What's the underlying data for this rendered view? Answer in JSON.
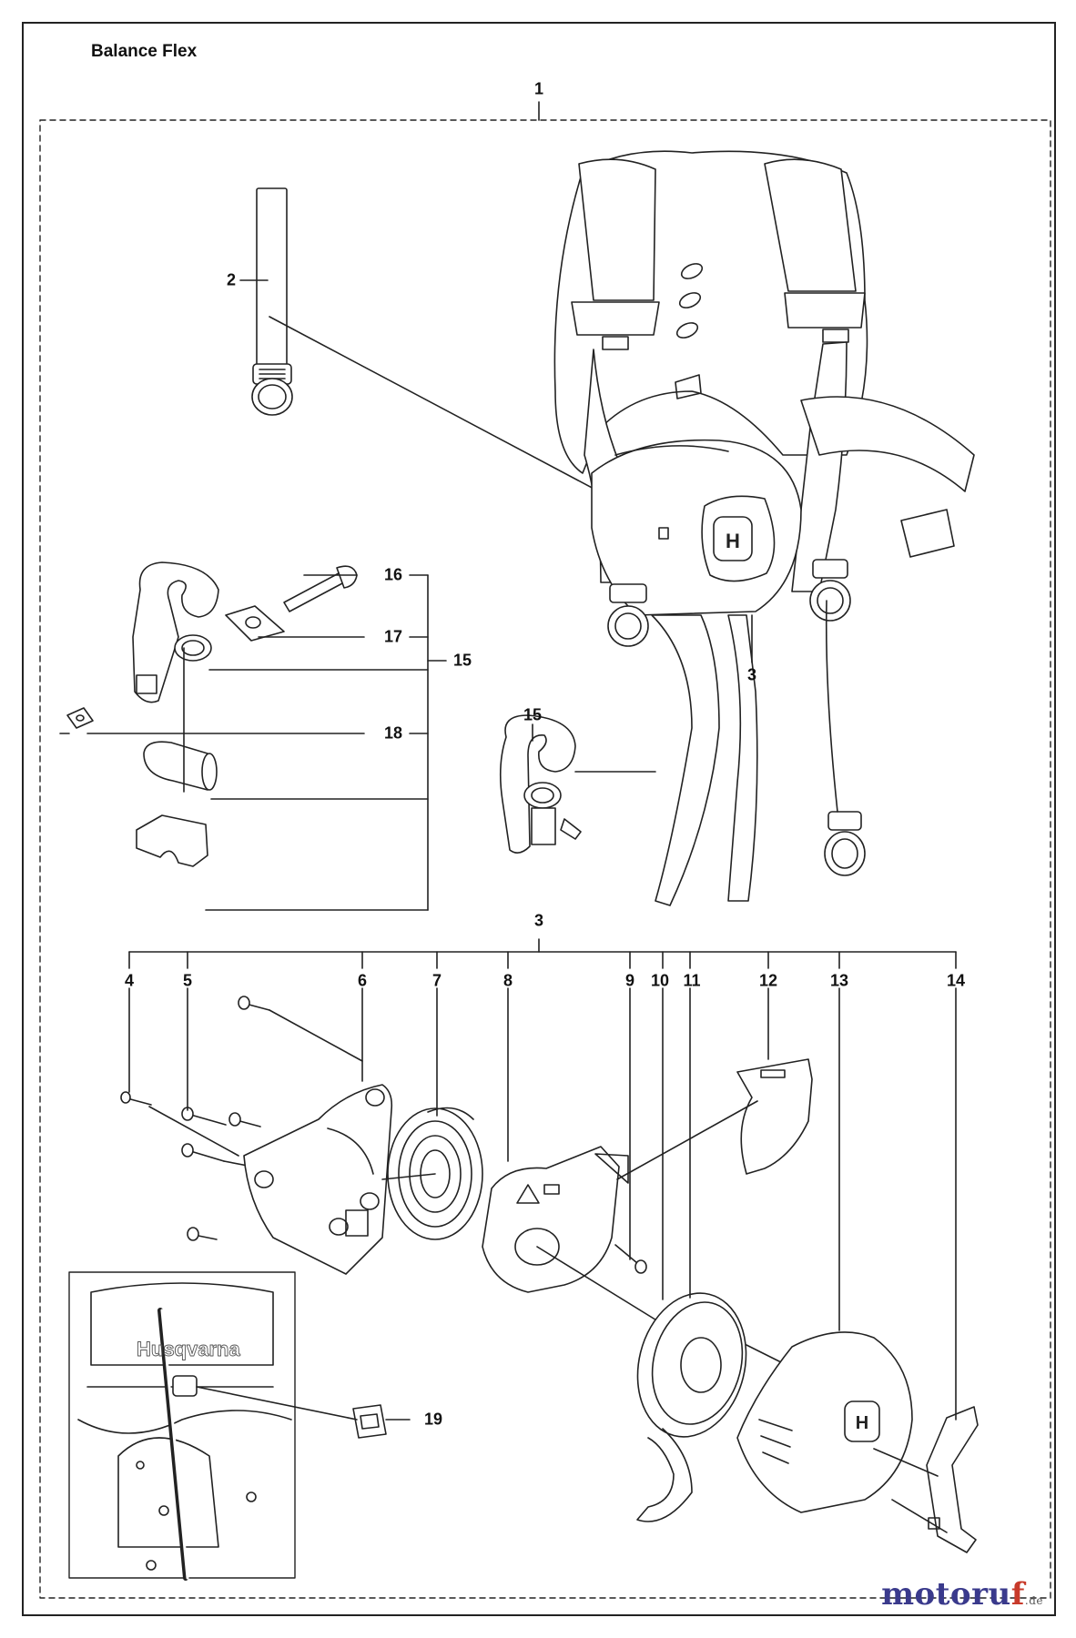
{
  "title": "Balance Flex",
  "callouts": {
    "c1": "1",
    "c2": "2",
    "c3_top": "3",
    "c3_mid": "3",
    "c4": "4",
    "c5": "5",
    "c6": "6",
    "c7": "7",
    "c8": "8",
    "c9": "9",
    "c10": "10",
    "c11": "11",
    "c12": "12",
    "c13": "13",
    "c14": "14",
    "c15_right": "15",
    "c15_mid": "15",
    "c16": "16",
    "c17": "17",
    "c18": "18",
    "c19": "19"
  },
  "inset": {
    "brand_text": "Husqvarna"
  },
  "watermark": {
    "brand": "motoru",
    "accent": "f",
    "suffix": ".de"
  },
  "colors": {
    "line": "#222222",
    "watermark": "#3a3a8c",
    "watermark_accent": "#c83a2a"
  }
}
